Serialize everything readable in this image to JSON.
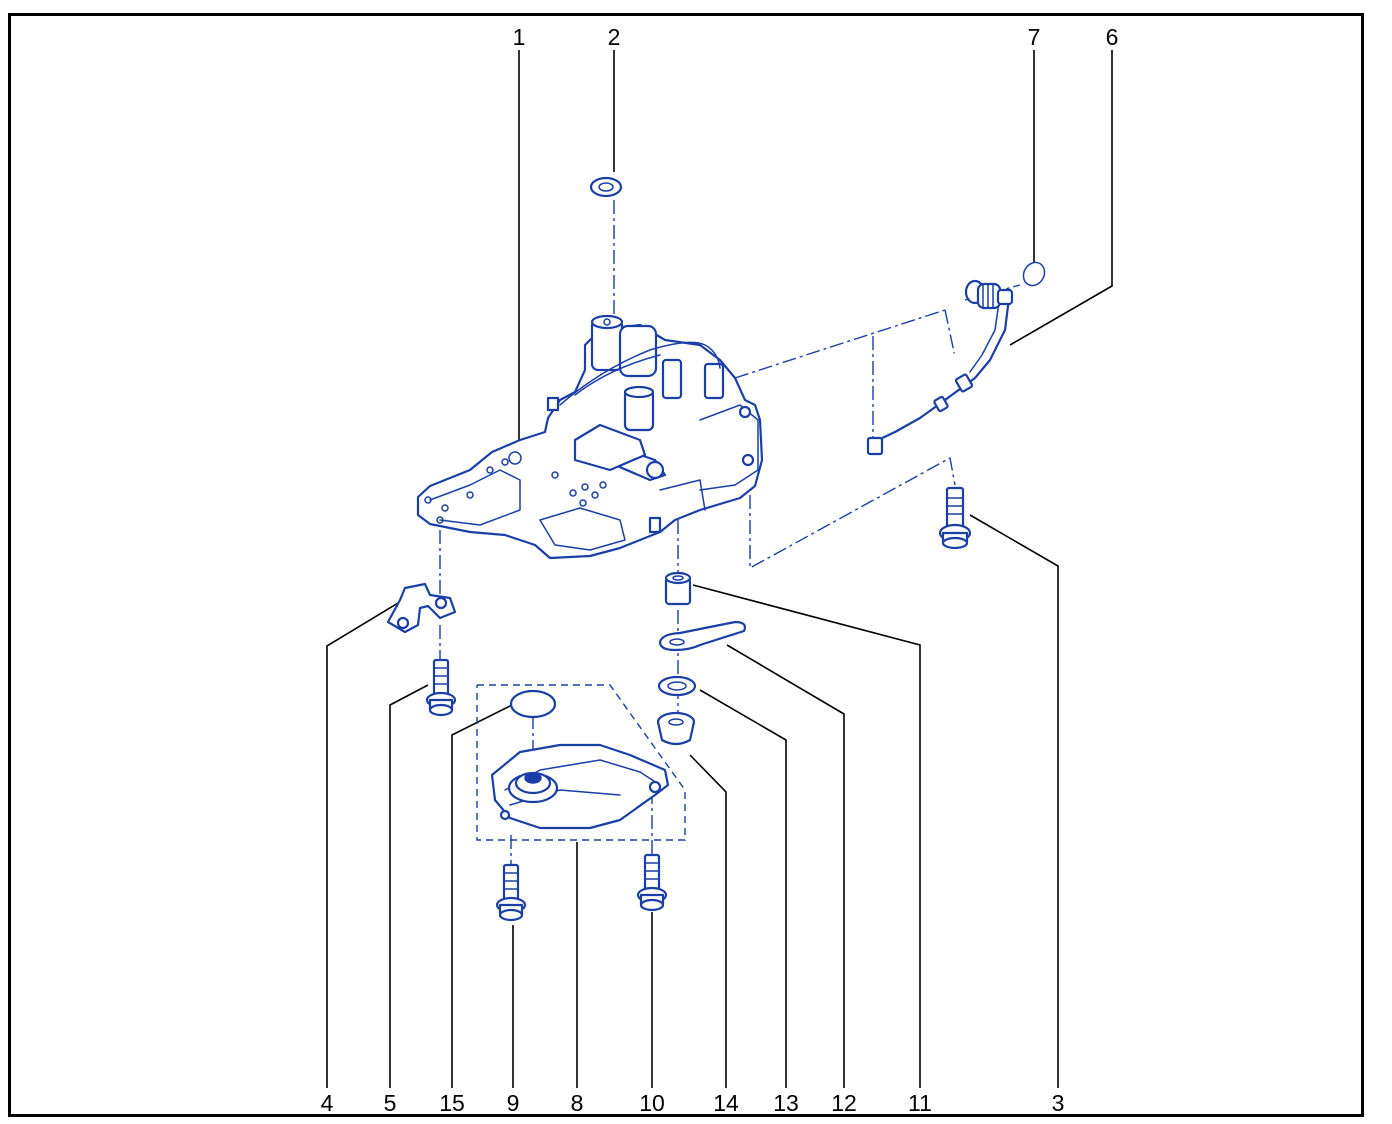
{
  "colors": {
    "part_stroke": "#1a3fa6",
    "leader_stroke": "#000000",
    "frame": "#000000"
  },
  "callouts": [
    {
      "id": "c1",
      "label": "1"
    },
    {
      "id": "c2",
      "label": "2"
    },
    {
      "id": "c3",
      "label": "3"
    },
    {
      "id": "c4",
      "label": "4"
    },
    {
      "id": "c5",
      "label": "5"
    },
    {
      "id": "c6",
      "label": "6"
    },
    {
      "id": "c7",
      "label": "7"
    },
    {
      "id": "c8",
      "label": "8"
    },
    {
      "id": "c9",
      "label": "9"
    },
    {
      "id": "c10",
      "label": "10"
    },
    {
      "id": "c11",
      "label": "11"
    },
    {
      "id": "c12",
      "label": "12"
    },
    {
      "id": "c13",
      "label": "13"
    },
    {
      "id": "c14",
      "label": "14"
    },
    {
      "id": "c15",
      "label": "15"
    }
  ]
}
